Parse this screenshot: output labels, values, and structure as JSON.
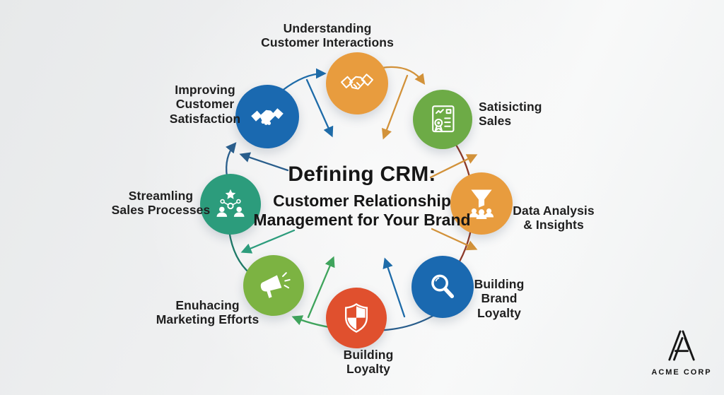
{
  "center": {
    "title": "Defining CRM:",
    "subtitle": "Customer Relationship\nManagement for Your Brand"
  },
  "nodes": [
    {
      "id": "understanding-customer-interactions",
      "label": "Understanding\nCustomer Interactions",
      "icon": "handshake-outline-icon",
      "color": "#E89C3E"
    },
    {
      "id": "satisicting-sales",
      "label": "Satisicting\nSales",
      "icon": "certificate-icon",
      "color": "#6DAB46"
    },
    {
      "id": "data-analysis-insights",
      "label": "Data Analysis\n& Insights",
      "icon": "funnel-leads-icon",
      "color": "#E89C3E"
    },
    {
      "id": "building-brand-loyalty",
      "label": "Building\nBrand\nLoyalty",
      "icon": "magnifier-icon",
      "color": "#1A69B0"
    },
    {
      "id": "building-loyalty",
      "label": "Building\nLoyalty",
      "icon": "shield-icon",
      "color": "#E0502E"
    },
    {
      "id": "enuhacing-marketing-efforts",
      "label": "Enuhacing\nMarketing Efforts",
      "icon": "megaphone-icon",
      "color": "#7CB342"
    },
    {
      "id": "streamling-sales-processes",
      "label": "Streamling\nSales Processes",
      "icon": "team-network-icon",
      "color": "#2C9C7C"
    },
    {
      "id": "improving-customer-satisfaction",
      "label": "Improving\nCustomer\nSatisfaction",
      "icon": "handshake-solid-icon",
      "color": "#1A69B0"
    }
  ],
  "arrow_colors": {
    "orange": "#D2923A",
    "blue": "#1E6BA8",
    "dark_blue": "#2A5E8C",
    "green": "#3FA45C",
    "teal": "#2C9C7C",
    "maroon": "#8D3B2B"
  },
  "logo": {
    "company": "ACME CORP"
  }
}
